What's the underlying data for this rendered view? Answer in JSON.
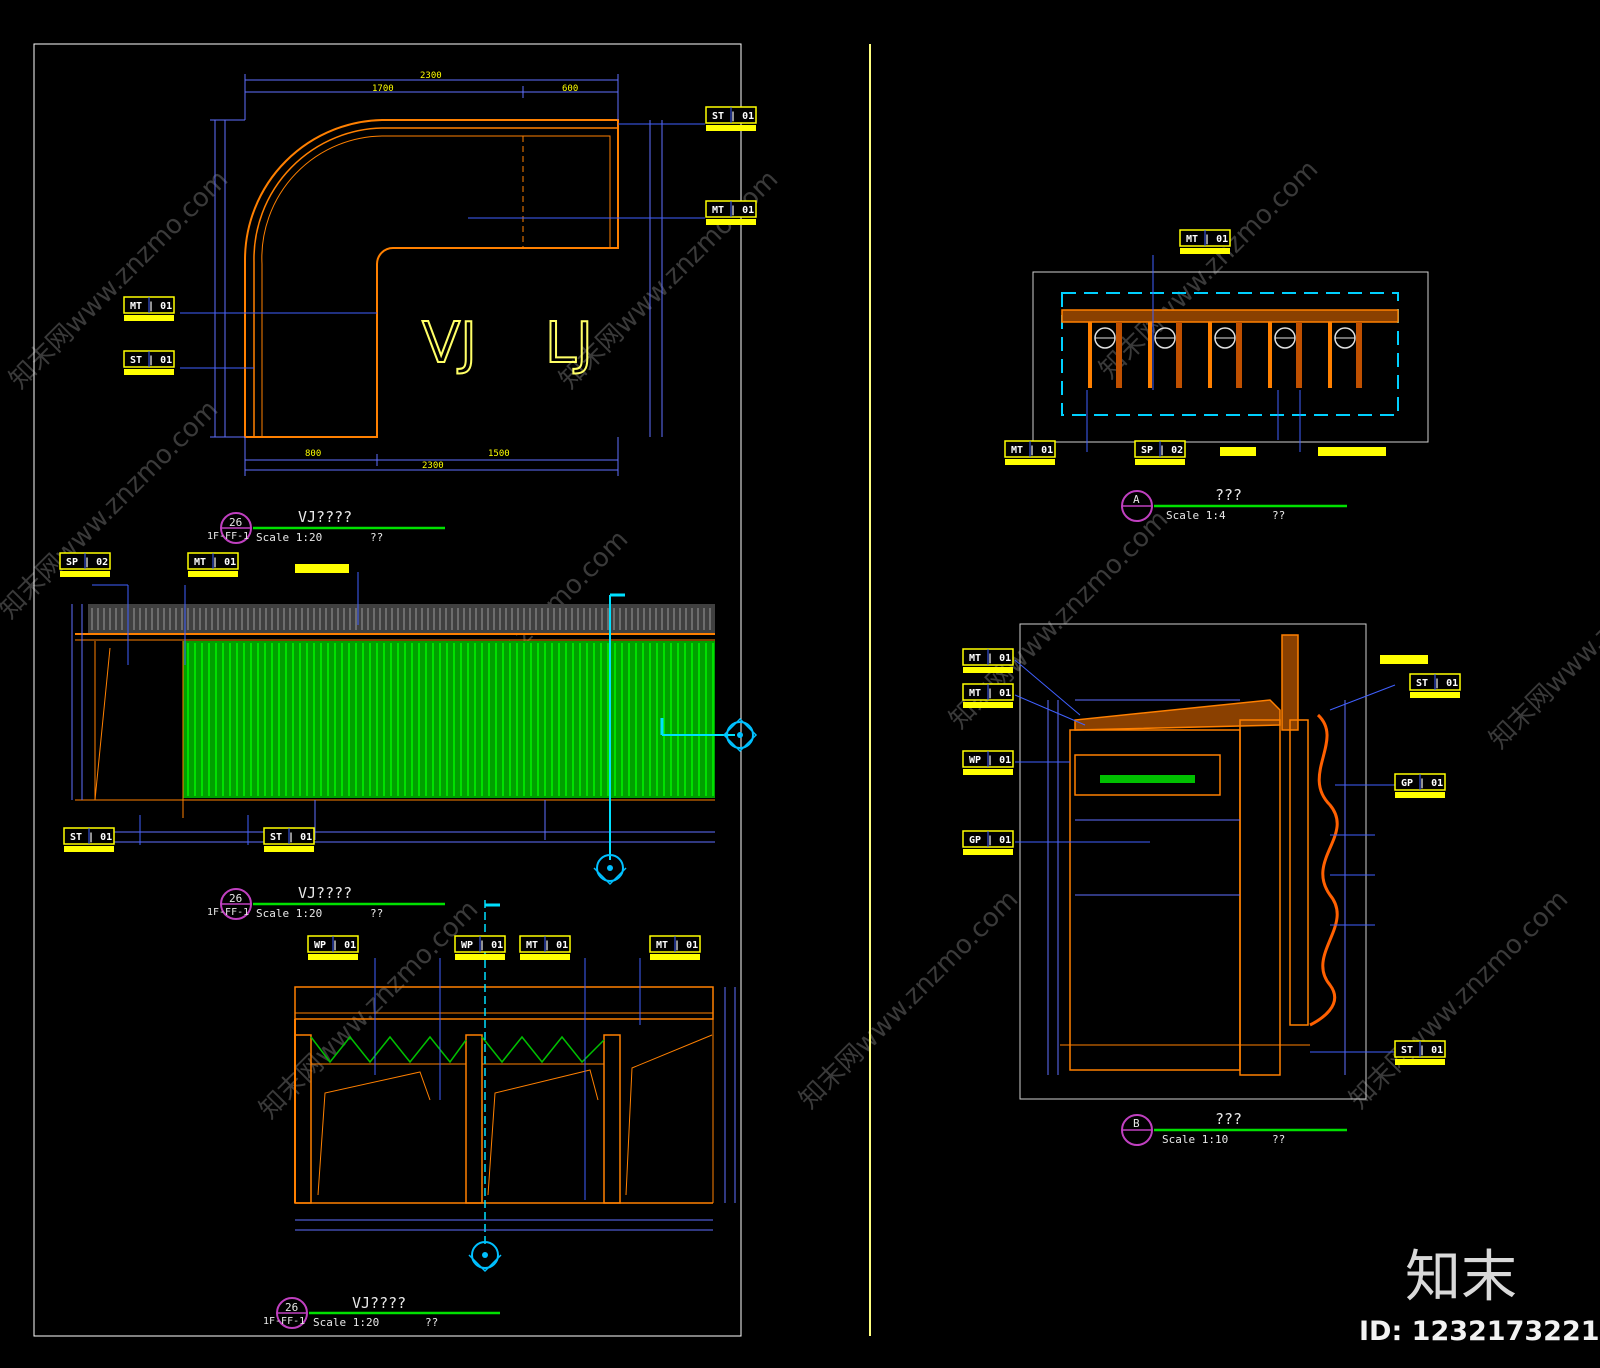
{
  "drawing": {
    "plan_letters": [
      "VJ",
      "LJ"
    ],
    "plan_dims": {
      "top_total": "2300",
      "top_left": "1700",
      "top_right": "600",
      "bottom_total": "2300",
      "bottom_left": "800",
      "bottom_right": "1500"
    }
  },
  "views": [
    {
      "id": "v1",
      "symbol_top": "26",
      "symbol_bottom": "1F-FF-1",
      "title": "VJ????",
      "scale": "Scale 1:20",
      "note": "??"
    },
    {
      "id": "v2",
      "symbol_top": "26",
      "symbol_bottom": "1F-FF-1",
      "title": "VJ????",
      "scale": "Scale 1:20",
      "note": "??"
    },
    {
      "id": "v3",
      "symbol_top": "26",
      "symbol_bottom": "1F-FF-1",
      "title": "VJ????",
      "scale": "Scale 1:20",
      "note": "??"
    },
    {
      "id": "vA",
      "symbol_top": "A",
      "symbol_bottom": "",
      "title": "???",
      "scale": "Scale 1:4",
      "note": "??"
    },
    {
      "id": "vB",
      "symbol_top": "B",
      "symbol_bottom": "",
      "title": "???",
      "scale": "Scale 1:10",
      "note": "??"
    }
  ],
  "tags": {
    "mt01": "MT | 01",
    "st01": "ST | 01",
    "sp02": "SP | 02",
    "wp01": "WP | 01",
    "gp01": "GP | 01"
  },
  "watermark": {
    "text": "知末网www.znzmo.com"
  },
  "brand": {
    "logo": "知末",
    "id_label": "ID: 1232173221"
  },
  "colors": {
    "frame": "#ffffff",
    "accent_line": "#ffff80",
    "wood": "#ff8000",
    "dim": "#6070ff",
    "panel": "#00c000",
    "tag_fill": "#ffff00",
    "leader": "#4060ff",
    "cyan": "#00e0ff",
    "magenta": "#c040c0"
  }
}
